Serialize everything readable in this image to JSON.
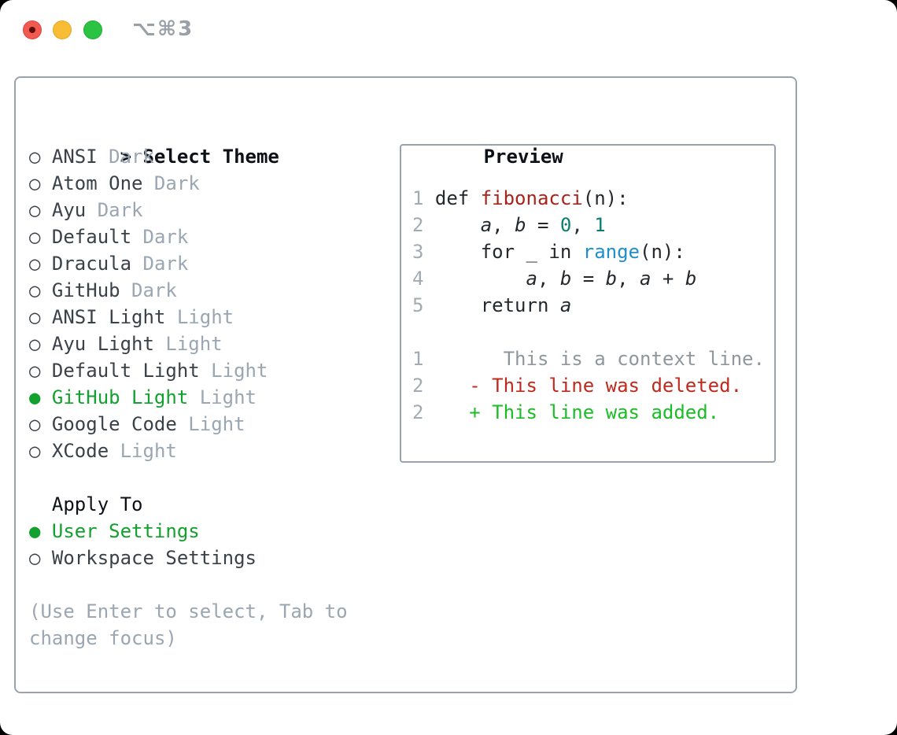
{
  "window": {
    "title": "⌥⌘3",
    "traffic_lights": {
      "close": "close-button",
      "minimize": "minimize-button",
      "zoom": "zoom-button"
    }
  },
  "theme_picker": {
    "cursor": ">",
    "title": "Select Theme",
    "radio_unselected": "○",
    "radio_selected": "●",
    "themes": [
      {
        "name": "ANSI",
        "variant": "Dark",
        "selected": false
      },
      {
        "name": "Atom One",
        "variant": "Dark",
        "selected": false
      },
      {
        "name": "Ayu",
        "variant": "Dark",
        "selected": false
      },
      {
        "name": "Default",
        "variant": "Dark",
        "selected": false
      },
      {
        "name": "Dracula",
        "variant": "Dark",
        "selected": false
      },
      {
        "name": "GitHub",
        "variant": "Dark",
        "selected": false
      },
      {
        "name": "ANSI Light",
        "variant": "Light",
        "selected": false
      },
      {
        "name": "Ayu Light",
        "variant": "Light",
        "selected": false
      },
      {
        "name": "Default Light",
        "variant": "Light",
        "selected": false
      },
      {
        "name": "GitHub Light",
        "variant": "Light",
        "selected": true
      },
      {
        "name": "Google Code",
        "variant": "Light",
        "selected": false
      },
      {
        "name": "XCode",
        "variant": "Light",
        "selected": false
      }
    ],
    "apply_to": {
      "title": "Apply To",
      "options": [
        {
          "label": "User Settings",
          "selected": true
        },
        {
          "label": "Workspace Settings",
          "selected": false
        }
      ]
    },
    "hint_lines": [
      "(Use Enter to select, Tab to",
      "change focus)"
    ]
  },
  "preview": {
    "title": "Preview",
    "code_lines": [
      [
        {
          "s": "ln",
          "t": "1"
        },
        {
          "s": "fg",
          "t": " def "
        },
        {
          "s": "func",
          "t": "fibonacci"
        },
        {
          "s": "fg",
          "t": "(n):"
        }
      ],
      [
        {
          "s": "ln",
          "t": "2"
        },
        {
          "s": "fg",
          "t": "     "
        },
        {
          "s": "var",
          "t": "a"
        },
        {
          "s": "fg",
          "t": ", "
        },
        {
          "s": "var",
          "t": "b"
        },
        {
          "s": "fg",
          "t": " = "
        },
        {
          "s": "num",
          "t": "0"
        },
        {
          "s": "fg",
          "t": ", "
        },
        {
          "s": "num",
          "t": "1"
        }
      ],
      [
        {
          "s": "ln",
          "t": "3"
        },
        {
          "s": "fg",
          "t": "     for _ in "
        },
        {
          "s": "call",
          "t": "range"
        },
        {
          "s": "fg",
          "t": "(n):"
        }
      ],
      [
        {
          "s": "ln",
          "t": "4"
        },
        {
          "s": "fg",
          "t": "         "
        },
        {
          "s": "var",
          "t": "a"
        },
        {
          "s": "fg",
          "t": ", "
        },
        {
          "s": "var",
          "t": "b"
        },
        {
          "s": "fg",
          "t": " = "
        },
        {
          "s": "var",
          "t": "b"
        },
        {
          "s": "fg",
          "t": ", "
        },
        {
          "s": "var",
          "t": "a"
        },
        {
          "s": "fg",
          "t": " + "
        },
        {
          "s": "var",
          "t": "b"
        }
      ],
      [
        {
          "s": "ln",
          "t": "5"
        },
        {
          "s": "fg",
          "t": "     return "
        },
        {
          "s": "var",
          "t": "a"
        }
      ],
      [],
      [
        {
          "s": "ln",
          "t": "1"
        },
        {
          "s": "ctx",
          "t": "       This is a context line."
        }
      ],
      [
        {
          "s": "ln",
          "t": "2"
        },
        {
          "s": "fg",
          "t": "    "
        },
        {
          "s": "del",
          "t": "- This line was deleted."
        }
      ],
      [
        {
          "s": "ln",
          "t": "2"
        },
        {
          "s": "fg",
          "t": "    "
        },
        {
          "s": "add",
          "t": "+ This line was added."
        }
      ]
    ]
  },
  "colors": {
    "panel_border": "#9aa3ad",
    "selected_green": "#12a12e",
    "muted_gray": "#9aa6b2",
    "list_text": "#3b4149",
    "header_text": "#0d1117",
    "code_fg": "#24292e",
    "func_red": "#a8231b",
    "number_teal": "#0a7d75",
    "call_blue": "#1e8fcc",
    "context_gray": "#8f979d",
    "deleted_red": "#bf2a1d",
    "added_green": "#1bbd26",
    "traffic_red": "#f25a51",
    "traffic_yellow": "#f9bd35",
    "traffic_green": "#2cc244"
  }
}
